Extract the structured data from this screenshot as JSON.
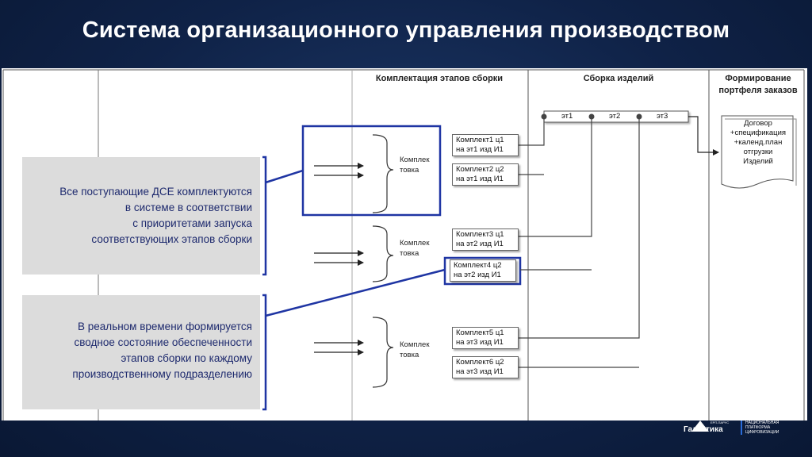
{
  "title": "Система организационного управления производством",
  "columns": {
    "kit_stages": "Комплектация этапов сборки",
    "assembly": "Сборка изделий",
    "portfolio_line1": "Формирование",
    "portfolio_line2": "портфеля заказов"
  },
  "info_boxes": [
    {
      "lines": [
        "Все поступающие ДСЕ комплектуются",
        "в системе в соответствии",
        "с приоритетами запуска",
        "соответствующих этапов сборки"
      ]
    },
    {
      "lines": [
        "В реальном времени формируется",
        "сводное состояние обеспеченности",
        "этапов сборки по каждому",
        "производственному подразделению"
      ]
    }
  ],
  "kompl_label": [
    "Комплек",
    "товка"
  ],
  "kits": [
    {
      "line1": "Комплект1 ц1",
      "line2": "на эт1 изд И1"
    },
    {
      "line1": "Комплект2 ц2",
      "line2": "на эт1 изд И1"
    },
    {
      "line1": "Комплект3 ц1",
      "line2": "на эт2 изд И1"
    },
    {
      "line1": "Комплект4 ц2",
      "line2": "на эт2 изд И1"
    },
    {
      "line1": "Комплект5 ц1",
      "line2": "на эт3 изд И1"
    },
    {
      "line1": "Комплект6 ц2",
      "line2": "на эт3 изд И1"
    }
  ],
  "stages": [
    "эт1",
    "эт2",
    "эт3"
  ],
  "document": [
    "Договор",
    "+спецификация",
    "+календ.план",
    "отгрузки",
    "Изделий"
  ],
  "logo": {
    "small": "ЕРП-ПАРУС",
    "brand": "Галактика",
    "tag1": "НАЦИОНАЛЬНАЯ",
    "tag2": "ПЛАТФОРМА",
    "tag3": "ЦИФРОВИЗАЦИИ"
  },
  "colors": {
    "background": "#0f2247",
    "accent_blue": "#1f35a3",
    "grey_box": "#dcdcdc"
  }
}
